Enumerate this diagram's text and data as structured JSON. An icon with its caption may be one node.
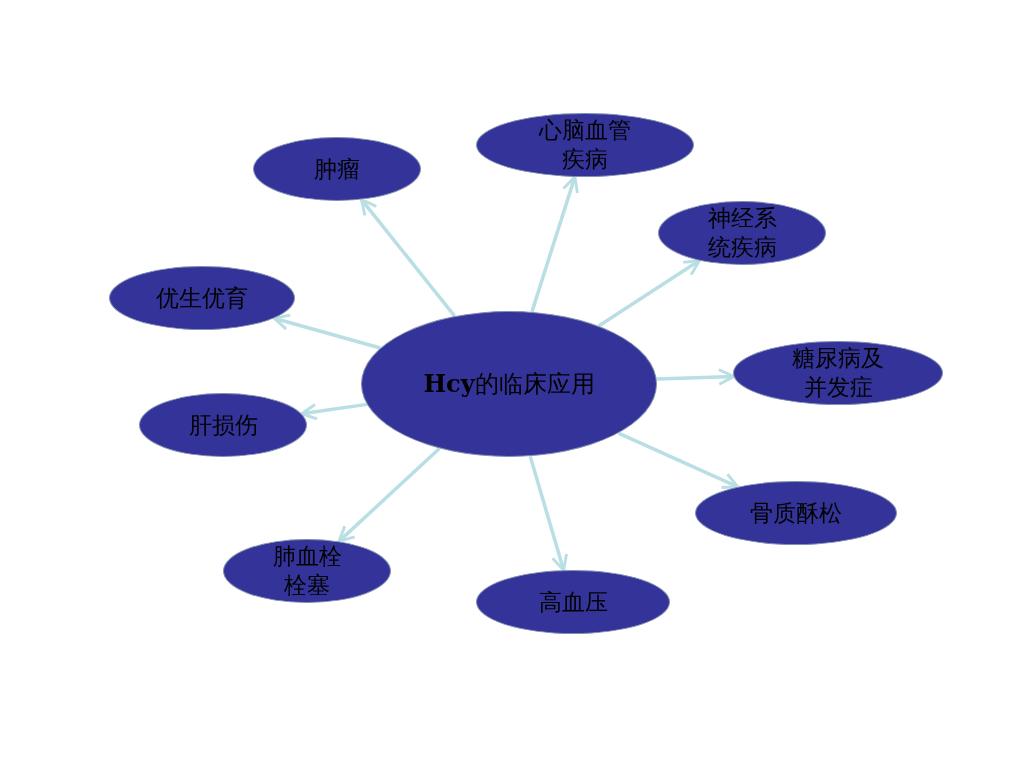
{
  "diagram": {
    "nodes": [
      {
        "text": [
          "**Hcy**的临床应用"
        ]
      },
      {
        "text": [
          "肿瘤"
        ]
      },
      {
        "text": [
          "心脑血管疾病"
        ]
      },
      {
        "text": [
          "神经系统疾病"
        ]
      },
      {
        "text": [
          "糖尿病及并发症"
        ]
      },
      {
        "text": [
          "骨质酥松"
        ]
      },
      {
        "text": [
          "高血压"
        ]
      },
      {
        "text": [
          "肺血栓栓塞"
        ]
      },
      {
        "text": [
          "肝损伤"
        ]
      },
      {
        "text": [
          "优生优育"
        ]
      }
    ],
    "edges": [
      {
        "from": 0,
        "to": 1,
        "arrow": "to"
      },
      {
        "from": 0,
        "to": 2,
        "arrow": "to"
      },
      {
        "from": 0,
        "to": 3,
        "arrow": "to"
      },
      {
        "from": 0,
        "to": 4,
        "arrow": "to"
      },
      {
        "from": 0,
        "to": 5,
        "arrow": "to"
      },
      {
        "from": 0,
        "to": 6,
        "arrow": "to"
      },
      {
        "from": 0,
        "to": 7,
        "arrow": "to"
      },
      {
        "from": 0,
        "to": 8,
        "arrow": "to"
      },
      {
        "from": 0,
        "to": 9,
        "arrow": "to"
      }
    ]
  }
}
